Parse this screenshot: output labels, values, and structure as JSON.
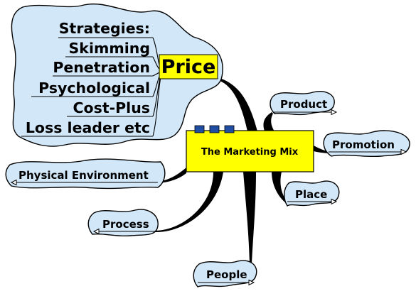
{
  "central": {
    "title": "The Marketing Mix",
    "color": "#ffff00",
    "marker_color": "#1f4ea3"
  },
  "price": {
    "label": "Price",
    "highlight": "#ffff00",
    "strategies": [
      "Strategies:",
      "Skimming",
      "Penetration",
      "Psychological",
      "Cost-Plus",
      "Loss leader etc"
    ]
  },
  "branches": {
    "product": "Product",
    "promotion": "Promotion",
    "place": "Place",
    "people": "People",
    "process": "Process",
    "physical_environment": "Physical Environment"
  },
  "colors": {
    "bubble_fill": "#d2e8f9",
    "outline": "#000000"
  },
  "icons": [
    "branch-connector-icon"
  ]
}
